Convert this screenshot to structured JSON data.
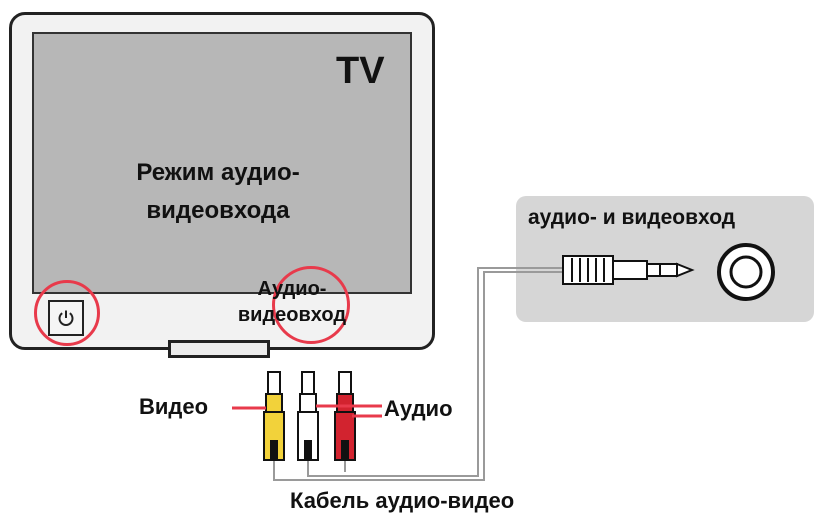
{
  "tv": {
    "label": "TV",
    "mode_text": "Режим аудио-\nвидеовхода",
    "av_input_label": "Аудио-\nвидеовход"
  },
  "camera_panel": {
    "label": "аудио- и видеовход"
  },
  "cable": {
    "video_label": "Видео",
    "audio_label": "Аудио",
    "cable_label": "Кабель аудио-видео"
  },
  "colors": {
    "highlight": "#e83a4b",
    "video_plug": "#f2d23a",
    "audio_white_plug": "#ffffff",
    "audio_red_plug": "#d2232f",
    "screen": "#b7b7b7",
    "panel": "#d6d6d6"
  }
}
